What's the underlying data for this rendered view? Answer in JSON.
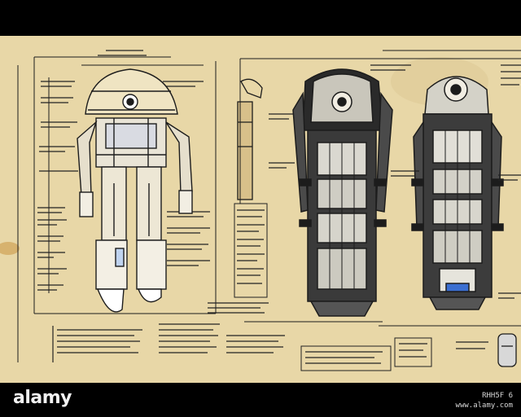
{
  "image": {
    "subject": "vintage-style engineering blueprint of a robot",
    "paper_color": "#e8d7a7",
    "ink_color": "#1c1c1c",
    "accent_color": "#3b6fd1"
  },
  "watermark_bar": {
    "logo_text": "alamy",
    "id_line_1": "RHH5F 6",
    "id_line_2": "www.alamy.com"
  }
}
